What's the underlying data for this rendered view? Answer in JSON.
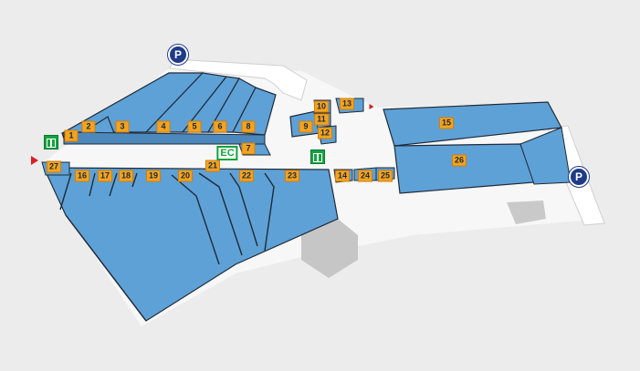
{
  "map": {
    "units": [
      {
        "id": "unit-1",
        "label": "1"
      },
      {
        "id": "unit-2",
        "label": "2"
      },
      {
        "id": "unit-3",
        "label": "3"
      },
      {
        "id": "unit-4",
        "label": "4"
      },
      {
        "id": "unit-5",
        "label": "5"
      },
      {
        "id": "unit-6",
        "label": "6"
      },
      {
        "id": "unit-7",
        "label": "7"
      },
      {
        "id": "unit-8",
        "label": "8"
      },
      {
        "id": "unit-9",
        "label": "9"
      },
      {
        "id": "unit-10",
        "label": "10"
      },
      {
        "id": "unit-11",
        "label": "11"
      },
      {
        "id": "unit-12",
        "label": "12"
      },
      {
        "id": "unit-13",
        "label": "13"
      },
      {
        "id": "unit-14",
        "label": "14"
      },
      {
        "id": "unit-15",
        "label": "15"
      },
      {
        "id": "unit-16",
        "label": "16"
      },
      {
        "id": "unit-17",
        "label": "17"
      },
      {
        "id": "unit-18",
        "label": "18"
      },
      {
        "id": "unit-19",
        "label": "19"
      },
      {
        "id": "unit-20",
        "label": "20"
      },
      {
        "id": "unit-21",
        "label": "21"
      },
      {
        "id": "unit-22",
        "label": "22"
      },
      {
        "id": "unit-23",
        "label": "23"
      },
      {
        "id": "unit-24",
        "label": "24"
      },
      {
        "id": "unit-25",
        "label": "25"
      },
      {
        "id": "unit-26",
        "label": "26"
      },
      {
        "id": "unit-27",
        "label": "27"
      }
    ],
    "markers": {
      "parking_symbol": "P",
      "escalator_label": "EC",
      "icons": [
        "parking-icon",
        "escalator-icon",
        "elevator-icon",
        "entrance-arrow-icon"
      ]
    },
    "colors": {
      "unit_fill": "#5ea1d6",
      "unit_outline": "#1f2a38",
      "label_fill": "#f2a321",
      "background": "#ececec",
      "corridor": "#ffffff",
      "parking": "#1f3a87",
      "lift": "#15a342",
      "entrance": "#d81f26"
    }
  }
}
